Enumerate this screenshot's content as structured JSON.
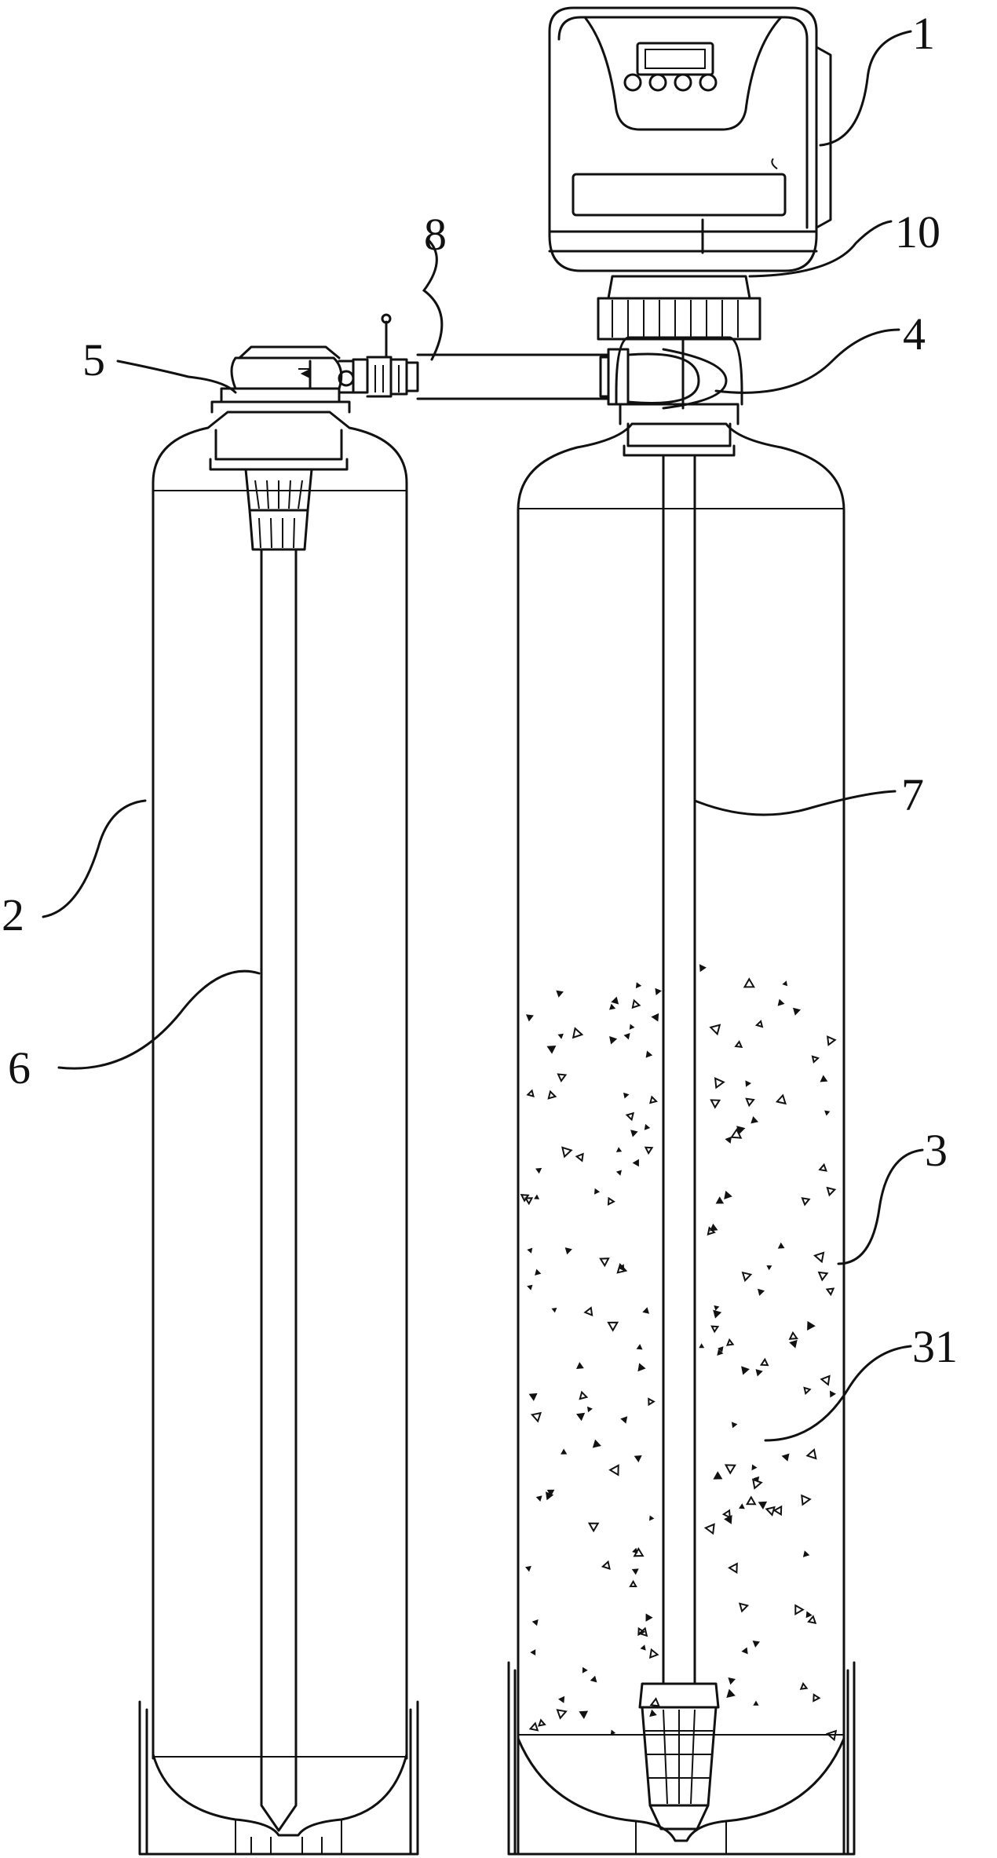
{
  "labels": {
    "l1": "1",
    "l10": "10",
    "l8": "8",
    "l4": "4",
    "l5": "5",
    "l7": "7",
    "l2": "2",
    "l6": "6",
    "l3": "3",
    "l31": "31"
  }
}
